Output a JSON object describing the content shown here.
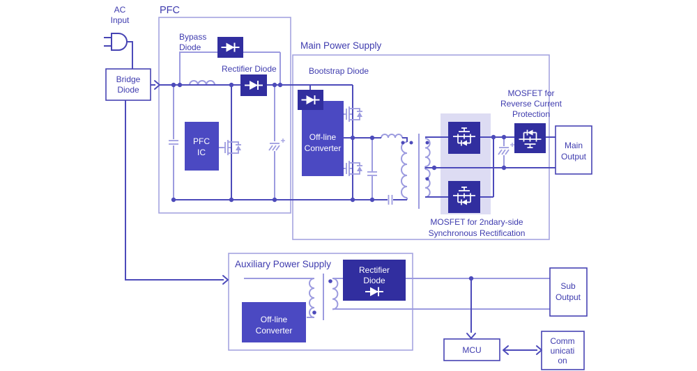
{
  "colors": {
    "wire_dark": "#4C4ABA",
    "wire_light": "#9C9BDF",
    "section_border": "#A5A4DF",
    "outlined_box_border": "#4643B3",
    "navy_box": "#312E9F",
    "indigo_box": "#4B49C2",
    "sync_highlight": "#DDDCF3",
    "label_text": "#3E3BAE",
    "box_text": "#FFFFFF",
    "background": "#FFFFFF"
  },
  "sections": {
    "pfc": {
      "title": "PFC"
    },
    "main": {
      "title": "Main Power Supply"
    },
    "aux": {
      "title": "Auxiliary Power Supply"
    }
  },
  "labels": {
    "ac_input": [
      "AC",
      "Input"
    ],
    "bypass_diode": [
      "Bypass",
      "Diode"
    ],
    "rectifier_diode": "Rectifier Diode",
    "bootstrap_diode": "Bootstrap Diode",
    "mosfet_reverse": [
      "MOSFET for",
      "Reverse Current",
      "Protection"
    ],
    "mosfet_sync": [
      "MOSFET for 2ndary-side",
      "Synchronous Rectification"
    ]
  },
  "blocks": {
    "bridge_diode": [
      "Bridge",
      "Diode"
    ],
    "pfc_ic": [
      "PFC",
      "IC"
    ],
    "offline_converter_main": [
      "Off-line",
      "Converter"
    ],
    "rectifier_diode_aux": [
      "Rectifier",
      "Diode"
    ],
    "offline_converter_aux": [
      "Off-line",
      "Converter"
    ],
    "main_output": [
      "Main",
      "Output"
    ],
    "sub_output": [
      "Sub",
      "Output"
    ],
    "mcu": "MCU",
    "communication": [
      "Comm",
      "unicati",
      "on"
    ]
  },
  "icons": {
    "ac_plug": "ac-plug-icon",
    "diode": "diode-icon",
    "mosfet": "mosfet-icon",
    "inductor": "inductor-coil-icon",
    "capacitor": "capacitor-icon",
    "electrolytic_capacitor": "electrolytic-capacitor-icon",
    "transformer": "transformer-icon",
    "arrow": "flow-arrow-icon",
    "junction": "junction-dot"
  }
}
